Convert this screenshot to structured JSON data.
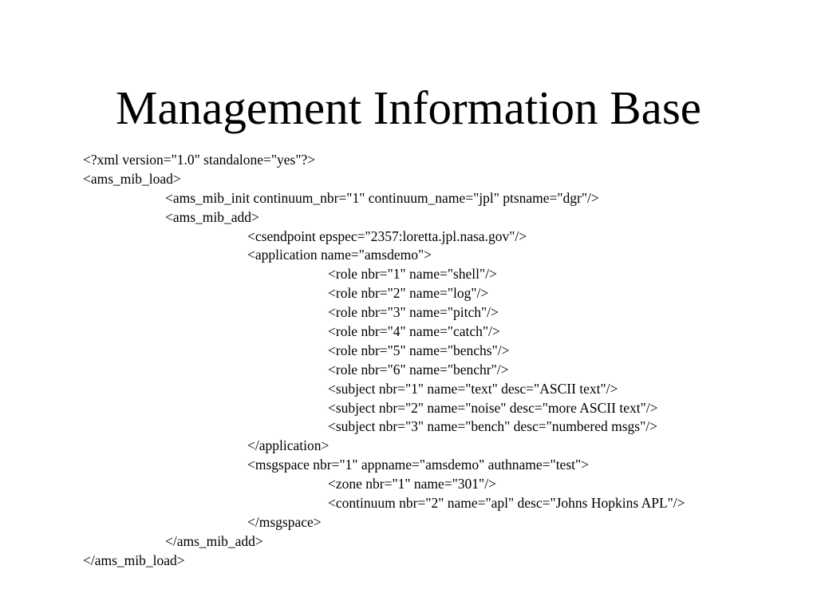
{
  "slide": {
    "title": "Management Information Base",
    "lines": [
      {
        "indent": 0,
        "text": "<?xml version=\"1.0\" standalone=\"yes\"?>"
      },
      {
        "indent": 0,
        "text": "<ams_mib_load>"
      },
      {
        "indent": 1,
        "text": "<ams_mib_init continuum_nbr=\"1\" continuum_name=\"jpl\" ptsname=\"dgr\"/>"
      },
      {
        "indent": 1,
        "text": "<ams_mib_add>"
      },
      {
        "indent": 2,
        "text": "<csendpoint epspec=\"2357:loretta.jpl.nasa.gov\"/>"
      },
      {
        "indent": 2,
        "text": "<application name=\"amsdemo\">"
      },
      {
        "indent": 3,
        "text": "<role nbr=\"1\" name=\"shell\"/>"
      },
      {
        "indent": 3,
        "text": "<role nbr=\"2\" name=\"log\"/>"
      },
      {
        "indent": 3,
        "text": "<role nbr=\"3\" name=\"pitch\"/>"
      },
      {
        "indent": 3,
        "text": "<role nbr=\"4\" name=\"catch\"/>"
      },
      {
        "indent": 3,
        "text": "<role nbr=\"5\" name=\"benchs\"/>"
      },
      {
        "indent": 3,
        "text": "<role nbr=\"6\" name=\"benchr\"/>"
      },
      {
        "indent": 3,
        "text": "<subject nbr=\"1\" name=\"text\" desc=\"ASCII text\"/>"
      },
      {
        "indent": 3,
        "text": "<subject nbr=\"2\" name=\"noise\" desc=\"more ASCII text\"/>"
      },
      {
        "indent": 3,
        "text": "<subject nbr=\"3\" name=\"bench\" desc=\"numbered msgs\"/>"
      },
      {
        "indent": 2,
        "text": "</application>"
      },
      {
        "indent": 2,
        "text": "<msgspace nbr=\"1\" appname=\"amsdemo\" authname=\"test\">"
      },
      {
        "indent": 3,
        "text": "<zone nbr=\"1\" name=\"301\"/>"
      },
      {
        "indent": 3,
        "text": "<continuum nbr=\"2\" name=\"apl\" desc=\"Johns Hopkins APL\"/>"
      },
      {
        "indent": 2,
        "text": "</msgspace>"
      },
      {
        "indent": 1,
        "text": "</ams_mib_add>"
      },
      {
        "indent": 0,
        "text": "</ams_mib_load>"
      }
    ]
  }
}
